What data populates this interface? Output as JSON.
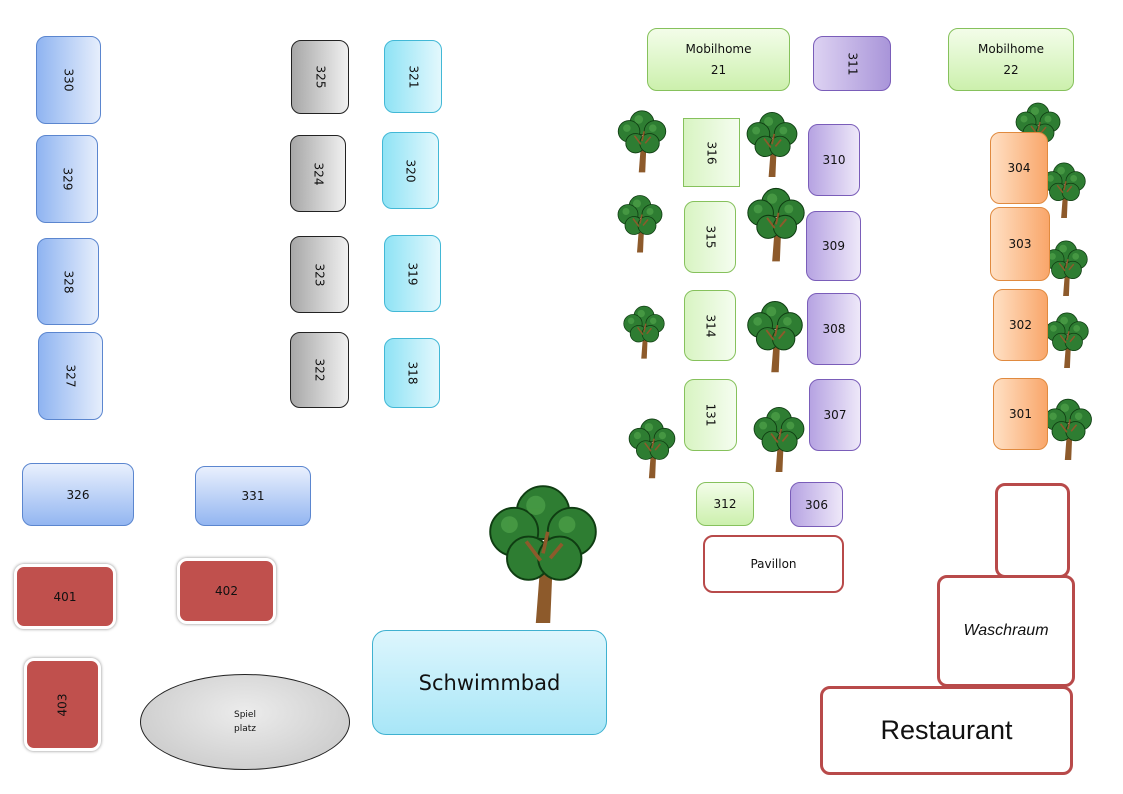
{
  "lots": {
    "l330": "330",
    "l329": "329",
    "l328": "328",
    "l327": "327",
    "l325": "325",
    "l324": "324",
    "l323": "323",
    "l322": "322",
    "l321": "321",
    "l320": "320",
    "l319": "319",
    "l318": "318",
    "l326": "326",
    "l331": "331",
    "l401": "401",
    "l402": "402",
    "l403": "403",
    "l316": "316",
    "l315": "315",
    "l314": "314",
    "l131": "131",
    "l312": "312",
    "l311": "311",
    "l310": "310",
    "l309": "309",
    "l308": "308",
    "l307": "307",
    "l306": "306",
    "l304": "304",
    "l303": "303",
    "l302": "302",
    "l301": "301"
  },
  "mobilhome21": {
    "name": "Mobilhome",
    "number": "21"
  },
  "mobilhome22": {
    "name": "Mobilhome",
    "number": "22"
  },
  "facilities": {
    "pavillon": "Pavillon",
    "waschraum": "Waschraum",
    "restaurant": "Restaurant",
    "schwimmbad": "Schwimmbad",
    "spielplatz_line1": "Spiel",
    "spielplatz_line2": "platz"
  },
  "colors": {
    "blue_lots": "#8fb4f1",
    "grey_lots": "#a7a7a7",
    "cyan_lots": "#8fe3f5",
    "green_lots": "#d8f4c2",
    "purple_lots": "#a995d9",
    "orange_lots": "#f9a66a",
    "red_lots": "#c0504d",
    "building_outline": "#b84a4a",
    "tree_foliage": "#2e7d32",
    "tree_trunk": "#8d5a2b"
  },
  "icons": [
    "tree-icon"
  ]
}
